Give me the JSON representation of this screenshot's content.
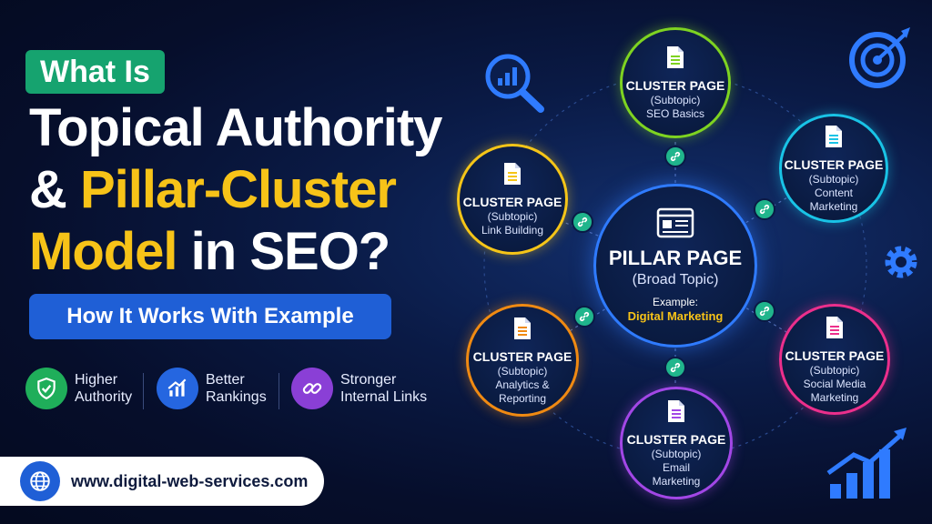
{
  "header": {
    "tag": "What Is",
    "line1": "Topical Authority",
    "line2_a": "& ",
    "line2_b": "Pillar-Cluster",
    "line3_a": "Model",
    "line3_b": " in SEO?",
    "subtitle": "How It Works With Example"
  },
  "benefits": [
    {
      "line1": "Higher",
      "line2": "Authority",
      "icon": "shield-check-icon",
      "color": "#1fae5a"
    },
    {
      "line1": "Better",
      "line2": "Rankings",
      "icon": "chart-up-icon",
      "color": "#2566e0"
    },
    {
      "line1": "Stronger",
      "line2": "Internal Links",
      "icon": "link-icon",
      "color": "#8a3fd6"
    }
  ],
  "footer": {
    "url": "www.digital-web-services.com",
    "icon": "globe-icon"
  },
  "pillar": {
    "title": "PILLAR PAGE",
    "subtitle": "(Broad Topic)",
    "example_label": "Example:",
    "example_value": "Digital Marketing",
    "icon": "webpage-icon"
  },
  "clusters": [
    {
      "title": "CLUSTER PAGE",
      "sub": "(Subtopic)",
      "topic1": "SEO Basics",
      "topic2": "",
      "color": "#7ed321"
    },
    {
      "title": "CLUSTER PAGE",
      "sub": "(Subtopic)",
      "topic1": "Content",
      "topic2": "Marketing",
      "color": "#19c3e6"
    },
    {
      "title": "CLUSTER PAGE",
      "sub": "(Subtopic)",
      "topic1": "Social Media",
      "topic2": "Marketing",
      "color": "#ec2f8c"
    },
    {
      "title": "CLUSTER PAGE",
      "sub": "(Subtopic)",
      "topic1": "Email",
      "topic2": "Marketing",
      "color": "#a247e6"
    },
    {
      "title": "CLUSTER PAGE",
      "sub": "(Subtopic)",
      "topic1": "Analytics &",
      "topic2": "Reporting",
      "color": "#f08a12"
    },
    {
      "title": "CLUSTER PAGE",
      "sub": "(Subtopic)",
      "topic1": "Link Building",
      "topic2": "",
      "color": "#f5c518"
    }
  ],
  "colors": {
    "accent_yellow": "#f7c318",
    "pillar_ring": "#2f7bff",
    "link_badge": "#20b58c"
  }
}
